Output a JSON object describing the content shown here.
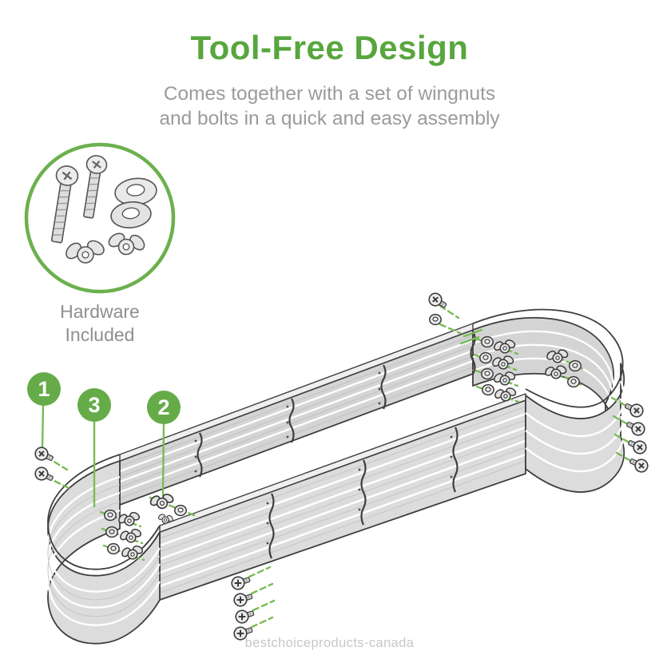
{
  "header": {
    "title": "Tool-Free Design",
    "subtitle_line1": "Comes together with a set of wingnuts",
    "subtitle_line2": "and bolts in a quick and easy assembly"
  },
  "hardware_badge": {
    "label_line1": "Hardware",
    "label_line2": "Included",
    "contents": [
      "bolt-icon",
      "bolt-icon",
      "washer-icon",
      "washer-icon",
      "wingnut-icon",
      "wingnut-icon"
    ]
  },
  "callouts": [
    {
      "number": "1",
      "target": "bolts"
    },
    {
      "number": "3",
      "target": "washers"
    },
    {
      "number": "2",
      "target": "wingnuts"
    }
  ],
  "illustration": {
    "subject": "oval metal raised garden bed, exploded assembly view",
    "hardware_shown": [
      "screws",
      "washers",
      "wingnuts"
    ]
  },
  "watermark": "bestchoiceproducts-canada",
  "colors": {
    "accent_green": "#57a63e",
    "callout_green": "#65ac49",
    "leader_green": "#79bb55",
    "subtitle_gray": "#9b9b9b",
    "label_gray": "#8f8f8f",
    "metal_light": "#d9d9d9",
    "metal_rim": "#efefef",
    "outline_dark": "#3e3e3e",
    "watermark_gray": "#c7c7c7"
  }
}
